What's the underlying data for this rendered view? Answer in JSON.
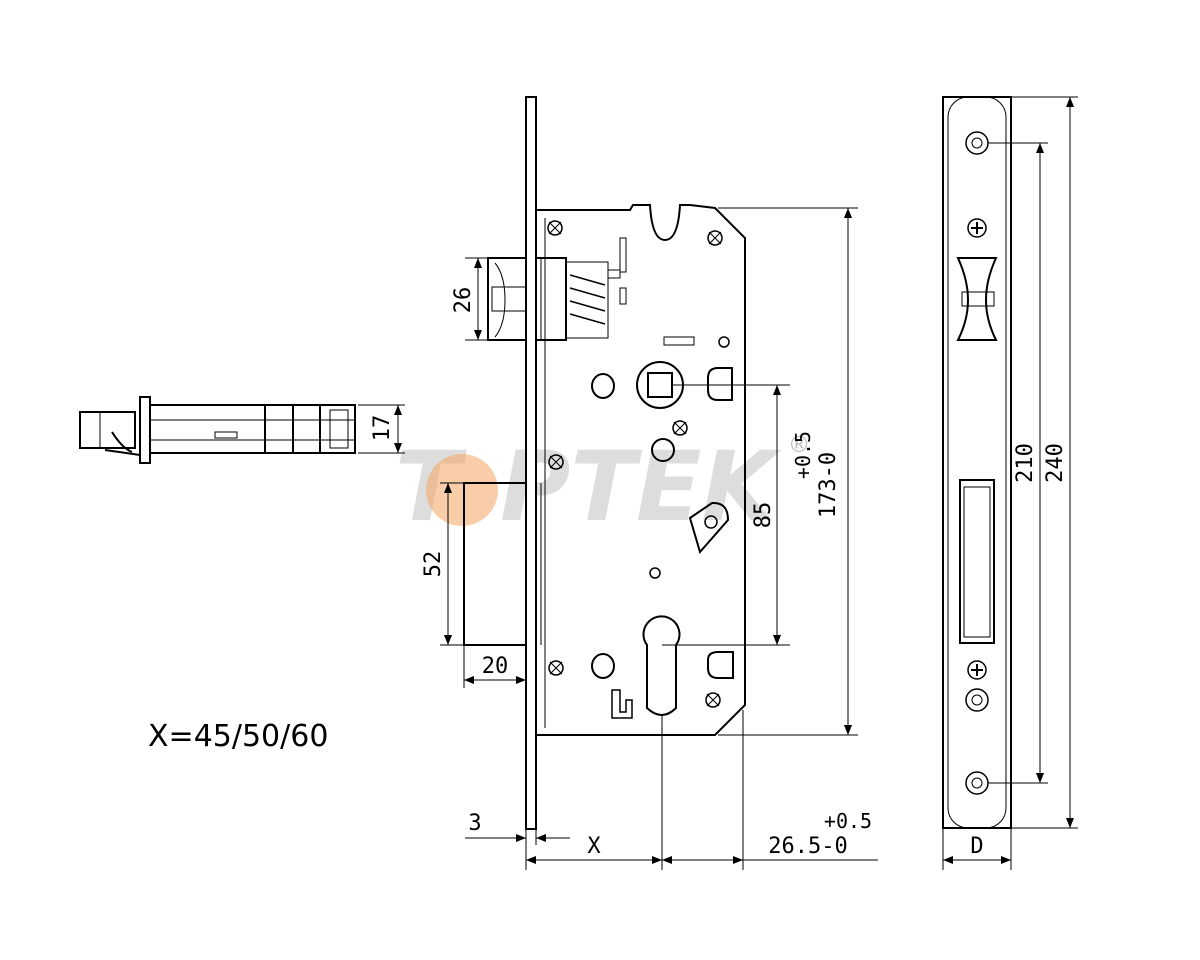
{
  "watermark": {
    "brand": "TOPTEK",
    "brand_rest": "PTEK",
    "brand_t": "T",
    "brand_o": "O",
    "registered": "®",
    "accent_color": "#f4a460"
  },
  "formula": "X=45/50/60",
  "dimensions": {
    "latch_height": "26",
    "bolt_height": "52",
    "bolt_width": "20",
    "side_thickness": "17",
    "centre_distance": "85",
    "body_height_tol": "+0.5",
    "body_height": "173-0",
    "faceplate_thickness": "3",
    "backset": "X",
    "depth_tol": "+0.5",
    "depth": "26.5-0",
    "screw_spacing": "210",
    "faceplate_length": "240",
    "faceplate_depth": "D"
  }
}
